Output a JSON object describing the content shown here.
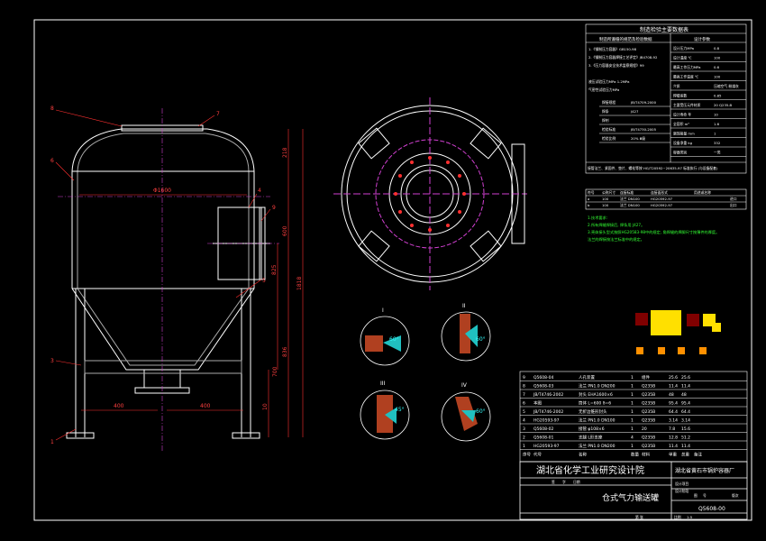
{
  "drawing": {
    "title_block": {
      "institute": "湖北省化学工业研究设计院",
      "factory": "湖北省黄石市锅炉容器厂",
      "drawing_name": "仓式气力输送罐",
      "drawing_no": "Q5608-00",
      "labels_row": [
        "签",
        "字",
        "日期"
      ],
      "side_labels": [
        "设计项目",
        "设计阶段"
      ],
      "right_labels": [
        "图",
        "号",
        "版次"
      ],
      "scale_label": "比例",
      "scale_value": "1:5",
      "sheet_label": "第 张"
    },
    "tech_table": {
      "title": "制造检验主要数据表",
      "subtitle_left": "制造所遵循的规范及检验数据",
      "subtitle_right": "设计参数",
      "left_rows": [
        "1.《钢制压力容器》GB150-98",
        "2.《钢制压力容器焊接工艺评定》JB4708-92",
        "3.《压力容器安全技术监察规程》99",
        "",
        "液压试验压力MPa  1.2MPa",
        "气密性试验压力MPa"
      ],
      "right_rows": [
        [
          "设计压力MPa",
          "0.8"
        ],
        [
          "设计温度 ℃",
          "100"
        ],
        [
          "最高工作压力MPa",
          "0.6"
        ],
        [
          "最高工作温度 ℃",
          "100"
        ],
        [
          "介质",
          "压缩空气 粉煤灰"
        ],
        [
          "焊缝系数",
          "0.85"
        ],
        [
          "主要受压元件材质",
          "20 Q235-B"
        ],
        [
          "设计寿命 年",
          "10"
        ],
        [
          "全容积 m³",
          "1.6"
        ],
        [
          "腐蚀裕量 mm",
          "1"
        ],
        [
          "设备净重 kg",
          "332"
        ],
        [
          "容器类别",
          "一类"
        ]
      ],
      "mid_rows": [
        [
          "焊接规程",
          "JB/T4709-2000"
        ],
        [
          "焊条",
          "J427"
        ],
        [
          "焊剂",
          ""
        ],
        [
          "检验标准",
          "JB/T4730-2005"
        ],
        [
          "检验比例",
          "20%  Ⅲ级"
        ]
      ],
      "footer": "接管法兰、紧固件、垫片、螺栓等按 HG/T20592~20635-97 标准执行 (与设备配套)"
    },
    "nozzle_table": {
      "headers": [
        "符号",
        "公称尺寸",
        "连接标准",
        "连接面形式",
        "用途或名称"
      ],
      "rows": [
        [
          "a",
          "100",
          "法兰 DN100",
          "HG20592-97",
          "进口"
        ],
        [
          "b",
          "100",
          "法兰 DN100",
          "HG20592-97",
          "出口"
        ]
      ]
    },
    "tech_notes": [
      "1.技术要求:",
      "2.所有焊缝焊接后, 焊条用 J427。",
      "3.壳体接头型式按照HG20583-98中的规定, 角焊缝的焊脚尺寸按薄件的厚度。",
      "  法兰的焊接按法兰标准中的规定。"
    ],
    "parts": [
      [
        "9",
        "Q5608-04",
        "人孔装置",
        "1",
        "组件",
        "25.6",
        "25.6",
        ""
      ],
      [
        "8",
        "Q5608-03",
        "法兰 PN1.0  DN200",
        "1",
        "Q235B",
        "11.4",
        "11.4",
        ""
      ],
      [
        "7",
        "JB/T4746-2002",
        "封头 EHA1600×6",
        "1",
        "Q235B",
        "48",
        "48",
        ""
      ],
      [
        "6",
        "本图",
        "筒体 L=600 δ=6",
        "1",
        "Q235B",
        "95.4",
        "95.4",
        ""
      ],
      [
        "5",
        "JB/T4746-2002",
        "无折边锥形封头",
        "1",
        "Q235B",
        "64.4",
        "64.4",
        ""
      ],
      [
        "4",
        "HG20593-97",
        "法兰 PN1.0  DN100",
        "1",
        "Q235B",
        "3.14",
        "3.14",
        ""
      ],
      [
        "3",
        "Q5608-02",
        "接管 φ108×6",
        "1",
        "20",
        "7.8",
        "15.6",
        ""
      ],
      [
        "2",
        "Q5608-01",
        "支腿 L形支座",
        "4",
        "Q235B",
        "12.8",
        "51.2",
        ""
      ],
      [
        "1",
        "HG20593-97",
        "法兰 PN1.0  DN200",
        "1",
        "Q235B",
        "11.4",
        "11.4",
        ""
      ]
    ],
    "parts_header": [
      "序号",
      "代号",
      "名称",
      "数量",
      "材料",
      "单重",
      "总重",
      "备注"
    ],
    "dimensions": {
      "diameter": "Φ1600",
      "d400a": "400",
      "d400b": "400",
      "h218": "218",
      "h600": "600",
      "h1818": "1818",
      "h825": "825",
      "h836": "836",
      "h700": "700",
      "h10": "10"
    },
    "detail_labels": [
      "I",
      "II",
      "III",
      "IV"
    ],
    "detail_angles": [
      "60°",
      "60°",
      "45°",
      "60°"
    ],
    "leader_numbers": [
      "8",
      "6",
      "7",
      "4",
      "5",
      "3",
      "2",
      "1",
      "9"
    ]
  }
}
